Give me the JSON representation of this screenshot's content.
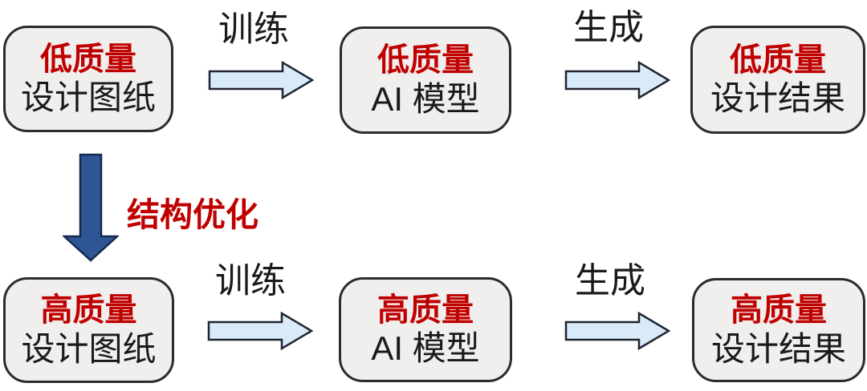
{
  "colors": {
    "background": "#ffffff",
    "box_fill": "#f0efee",
    "box_border": "#2b2b2b",
    "accent_red": "#c00000",
    "text_black": "#1a1a1a",
    "arrow_fill": "#d9eaf8",
    "arrow_border": "#1f2430",
    "down_arrow_fill": "#2e5695",
    "down_arrow_border": "#15294d"
  },
  "flow": {
    "rows": [
      {
        "name": "low-quality-pipeline",
        "boxes": [
          {
            "title": "低质量",
            "subtitle": "设计图纸"
          },
          {
            "title": "低质量",
            "subtitle": "AI 模型"
          },
          {
            "title": "低质量",
            "subtitle": "设计结果"
          }
        ],
        "arrows": [
          {
            "label": "训练"
          },
          {
            "label": "生成"
          }
        ]
      },
      {
        "name": "high-quality-pipeline",
        "boxes": [
          {
            "title": "高质量",
            "subtitle": "设计图纸"
          },
          {
            "title": "高质量",
            "subtitle": "AI 模型"
          },
          {
            "title": "高质量",
            "subtitle": "设计结果"
          }
        ],
        "arrows": [
          {
            "label": "训练"
          },
          {
            "label": "生成"
          }
        ]
      }
    ],
    "transition": {
      "label": "结构优化"
    }
  }
}
